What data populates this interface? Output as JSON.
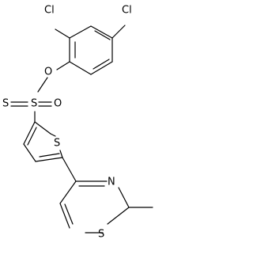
{
  "molecule": {
    "atoms": {
      "cl_left": "Cl",
      "cl_right": "Cl",
      "ester_o": "O",
      "thione_s": "S",
      "sulfonyl_s": "S",
      "sulfonyl_o": "O",
      "thiophene_s": "S",
      "thiazole_n": "N",
      "thiazole_s": "S"
    },
    "colors": {
      "ink": "#000000",
      "background": "#ffffff"
    }
  }
}
